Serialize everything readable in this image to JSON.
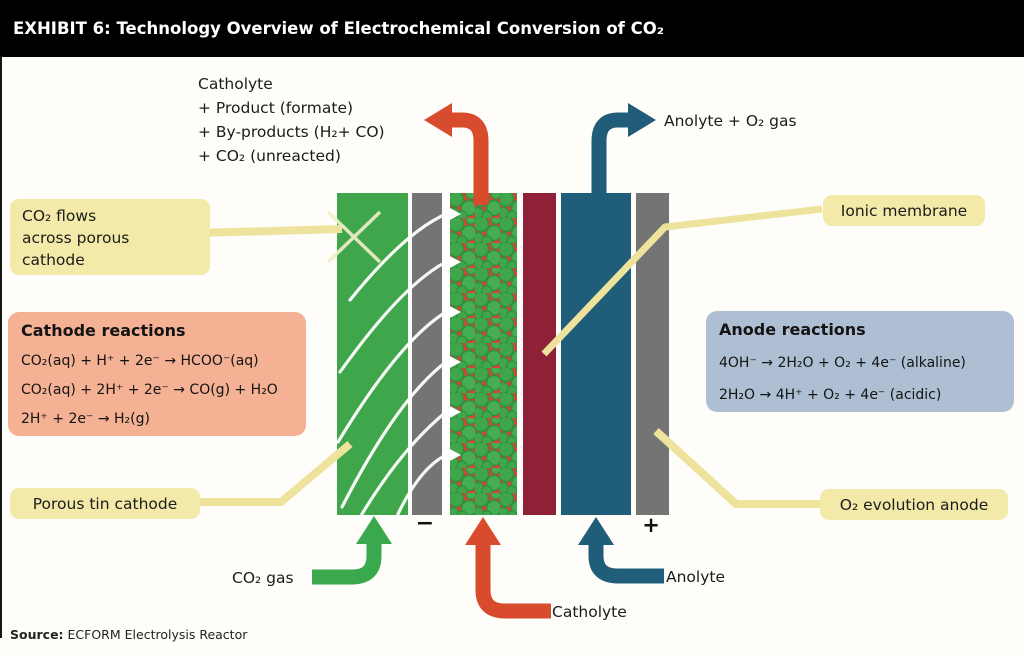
{
  "header": {
    "title": "EXHIBIT 6: Technology Overview of Electrochemical Conversion of CO₂"
  },
  "outflow_left": {
    "lines": [
      "Catholyte",
      "+ Product (formate)",
      "+ By-products (H₂+ CO)",
      "+ CO₂ (unreacted)"
    ]
  },
  "outflow_right": {
    "label": "Anolyte + O₂ gas"
  },
  "callouts": {
    "co2_flows": {
      "lines": [
        "CO₂ flows",
        "across porous",
        "cathode"
      ]
    },
    "ionic_membrane": {
      "label": "Ionic membrane"
    },
    "porous_tin_cathode": {
      "label": "Porous tin cathode"
    },
    "o2_evolution_anode": {
      "label": "O₂ evolution anode"
    }
  },
  "cathode_box": {
    "title": "Cathode reactions",
    "reactions": [
      "CO₂(aq) + H⁺ + 2e⁻ → HCOO⁻(aq)",
      "CO₂(aq) + 2H⁺ + 2e⁻ → CO(g) + H₂O",
      "2H⁺ + 2e⁻ → H₂(g)"
    ]
  },
  "anode_box": {
    "title": "Anode reactions",
    "reactions": [
      "4OH⁻ → 2H₂O + O₂ + 4e⁻ (alkaline)",
      "2H₂O → 4H⁺ + O₂ + 4e⁻ (acidic)"
    ]
  },
  "inlets": {
    "co2_gas": "CO₂ gas",
    "catholyte": "Catholyte",
    "anolyte": "Anolyte"
  },
  "electrodes": {
    "negative_sign": "−",
    "positive_sign": "+"
  },
  "source": {
    "label": "Source:",
    "text": "ECFORM Electrolysis Reactor"
  },
  "colors": {
    "green": "#3fa64b",
    "gray": "#747474",
    "pore_red": "#d9452c",
    "membrane": "#8e2038",
    "teal": "#205d78",
    "yellow_box": "#f3e9a9",
    "yellow_line": "#eee39c",
    "salmon_box": "#f4b193",
    "blue_box": "#aebfd3",
    "arrow_red": "#d84b2d",
    "arrow_green": "#3aa84c",
    "arrow_teal": "#205d78"
  }
}
